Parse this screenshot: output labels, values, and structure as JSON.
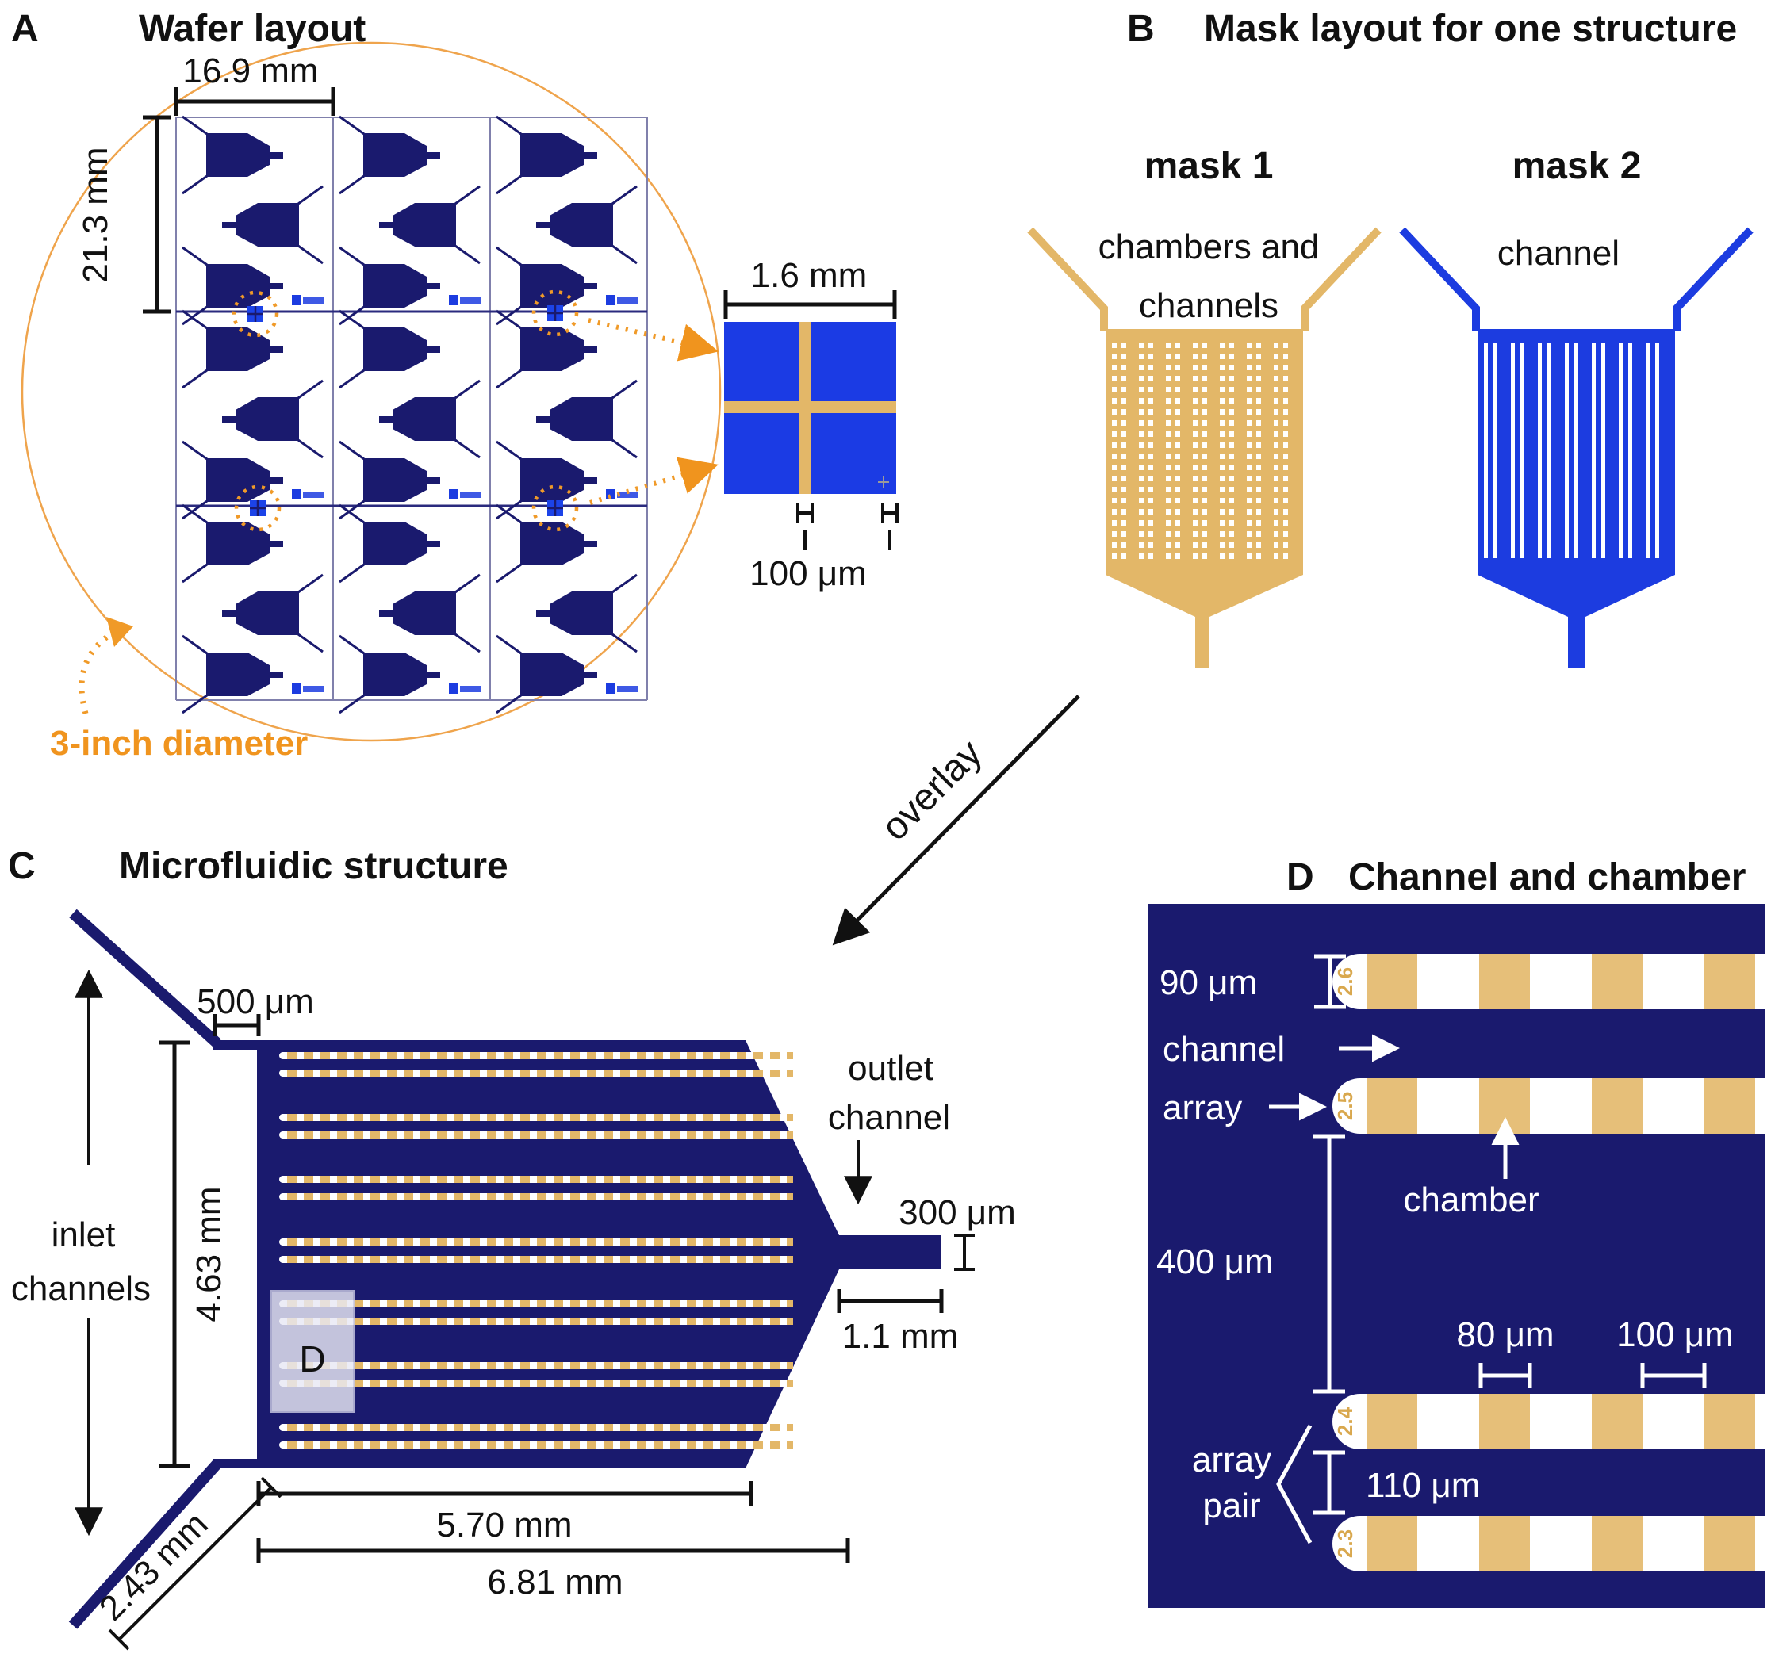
{
  "colors": {
    "navy": "#1A1A6E",
    "bright_blue": "#1C3CE0",
    "tan": "#E3B768",
    "orange": "#F0941E",
    "grid_slate": "#8080AC"
  },
  "panel_a": {
    "label": "A",
    "title": "Wafer layout",
    "dim_chip_width": "16.9 mm",
    "dim_chip_height": "21.3 mm",
    "wafer_note": "3-inch diameter",
    "inset": {
      "dim_width": "1.6 mm",
      "dim_street": "100 μm"
    }
  },
  "panel_b": {
    "label": "B",
    "title": "Mask layout for one structure",
    "mask1": {
      "name": "mask 1",
      "desc_line1": "chambers and",
      "desc_line2": "channels"
    },
    "mask2": {
      "name": "mask 2",
      "desc": "channel"
    },
    "overlay_label": "overlay"
  },
  "panel_c": {
    "label": "C",
    "title": "Microfluidic structure",
    "dims": {
      "inlet_width": "500 μm",
      "body_height": "4.63 mm",
      "inlet_length": "2.43 mm",
      "array_span": "5.70 mm",
      "body_width": "6.81 mm",
      "outlet_width": "300 μm",
      "outlet_length": "1.1 mm"
    },
    "labels": {
      "inlet_line1": "inlet",
      "inlet_line2": "channels",
      "outlet_line1": "outlet",
      "outlet_line2": "channel",
      "detail_marker": "D"
    }
  },
  "panel_d": {
    "label": "D",
    "title": "Channel and chamber",
    "dims": {
      "channel_width": "90 μm",
      "array_gap": "400 μm",
      "chamber_width": "80 μm",
      "chamber_gap": "100 μm",
      "pair_gap": "110 μm"
    },
    "labels": {
      "channel_array_line1": "channel",
      "channel_array_line2": "array",
      "chamber": "chamber",
      "array_pair_line1": "array",
      "array_pair_line2": "pair"
    },
    "strip_ids": [
      "2.6",
      "2.5",
      "2.4",
      "2.3"
    ]
  }
}
